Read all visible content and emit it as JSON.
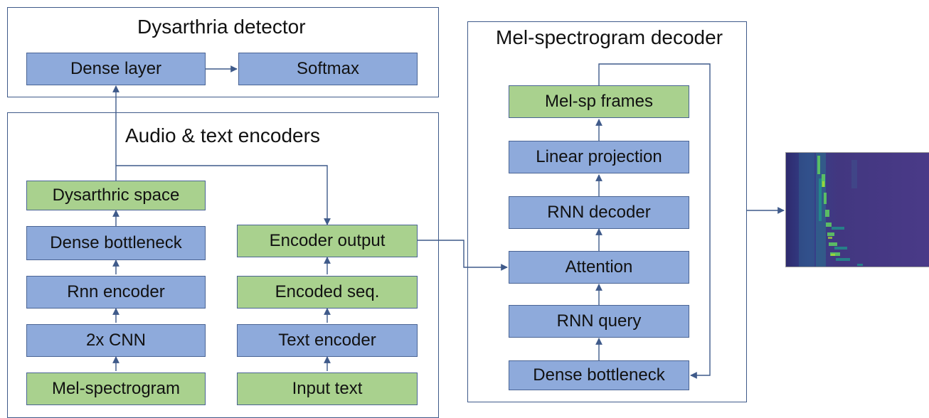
{
  "panels": {
    "detector_title": "Dysarthria detector",
    "encoders_title": "Audio & text encoders",
    "decoder_title": "Mel-spectrogram decoder"
  },
  "detector": {
    "dense_layer": "Dense layer",
    "softmax": "Softmax"
  },
  "audio_encoder": {
    "dysarthric_space": "Dysarthric space",
    "dense_bottleneck": "Dense bottleneck",
    "rnn_encoder": "Rnn encoder",
    "cnn": "2x CNN",
    "mel_spectrogram": "Mel-spectrogram"
  },
  "text_encoder": {
    "encoder_output": "Encoder output",
    "encoded_seq": "Encoded seq.",
    "text_encoder": "Text encoder",
    "input_text": "Input text"
  },
  "decoder": {
    "mel_sp_frames": "Mel-sp frames",
    "linear_projection": "Linear projection",
    "rnn_decoder": "RNN decoder",
    "attention": "Attention",
    "rnn_query": "RNN query",
    "dense_bottleneck": "Dense bottleneck"
  },
  "colors": {
    "block_blue": "#8eaadb",
    "block_green": "#a9d18e",
    "line": "#3f5a8a"
  }
}
